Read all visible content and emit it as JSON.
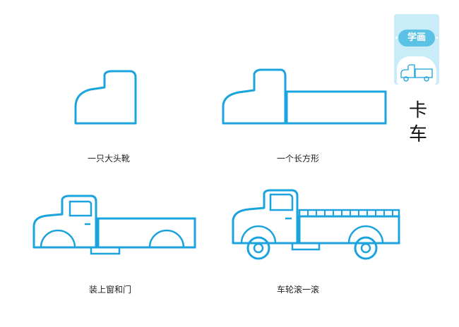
{
  "header": {
    "badge_label": "学画",
    "title_chars": [
      "卡",
      "车"
    ]
  },
  "colors": {
    "stroke": "#1aa3dc",
    "badge_bg": "#c9ecf8",
    "badge_pill": "#5bc2e6"
  },
  "steps": [
    {
      "caption": "一只大头靴"
    },
    {
      "caption": "一个长方形"
    },
    {
      "caption": "装上窗和门"
    },
    {
      "caption": "车轮滚一滚"
    }
  ]
}
